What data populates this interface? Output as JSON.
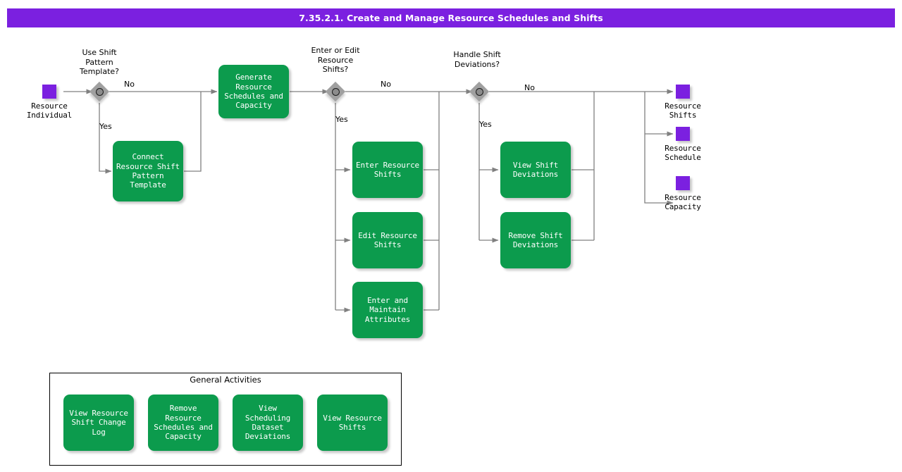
{
  "title": "7.35.2.1. Create and Manage Resource Schedules and Shifts",
  "colors": {
    "title_bar": "#7b20e0",
    "task_green": "#0c9b4d",
    "data_object_purple": "#7b20e0",
    "gateway_grey": "#a0a0a0",
    "connector_grey": "#808080",
    "text_on_task": "#ffffff"
  },
  "start_events": [
    {
      "name": "resource-individual",
      "label": "Resource\nIndividual"
    }
  ],
  "gateways": [
    {
      "name": "use-shift-pattern-template",
      "label": "Use Shift\nPattern\nTemplate?",
      "yes": "Yes",
      "no": "No"
    },
    {
      "name": "enter-or-edit-resource-shifts",
      "label": "Enter or Edit\nResource\nShifts?",
      "yes": "Yes",
      "no": "No"
    },
    {
      "name": "handle-shift-deviations",
      "label": "Handle Shift\nDeviations?",
      "yes": "Yes",
      "no": "No"
    }
  ],
  "tasks": [
    {
      "name": "connect-resource-shift-pattern-template",
      "label": "Connect\nResource Shift\nPattern\nTemplate"
    },
    {
      "name": "generate-resource-schedules-and-capacity",
      "label": "Generate\nResource\nSchedules and\nCapacity"
    },
    {
      "name": "enter-resource-shifts",
      "label": "Enter Resource\nShifts"
    },
    {
      "name": "edit-resource-shifts",
      "label": "Edit Resource\nShifts"
    },
    {
      "name": "enter-and-maintain-attributes",
      "label": "Enter and\nMaintain\nAttributes"
    },
    {
      "name": "view-shift-deviations",
      "label": "View Shift\nDeviations"
    },
    {
      "name": "remove-shift-deviations",
      "label": "Remove Shift\nDeviations"
    }
  ],
  "end_objects": [
    {
      "name": "resource-shifts",
      "label": "Resource\nShifts"
    },
    {
      "name": "resource-schedule",
      "label": "Resource\nSchedule"
    },
    {
      "name": "resource-capacity",
      "label": "Resource\nCapacity"
    }
  ],
  "general_activities": {
    "title": "General Activities",
    "items": [
      {
        "name": "view-resource-shift-change-log",
        "label": "View Resource\nShift Change\nLog"
      },
      {
        "name": "remove-resource-schedules-and-capacity",
        "label": "Remove\nResource\nSchedules and\nCapacity"
      },
      {
        "name": "view-scheduling-dataset-deviations",
        "label": "View Scheduling\nDataset\nDeviations"
      },
      {
        "name": "view-resource-shifts",
        "label": "View Resource\nShifts"
      }
    ]
  }
}
